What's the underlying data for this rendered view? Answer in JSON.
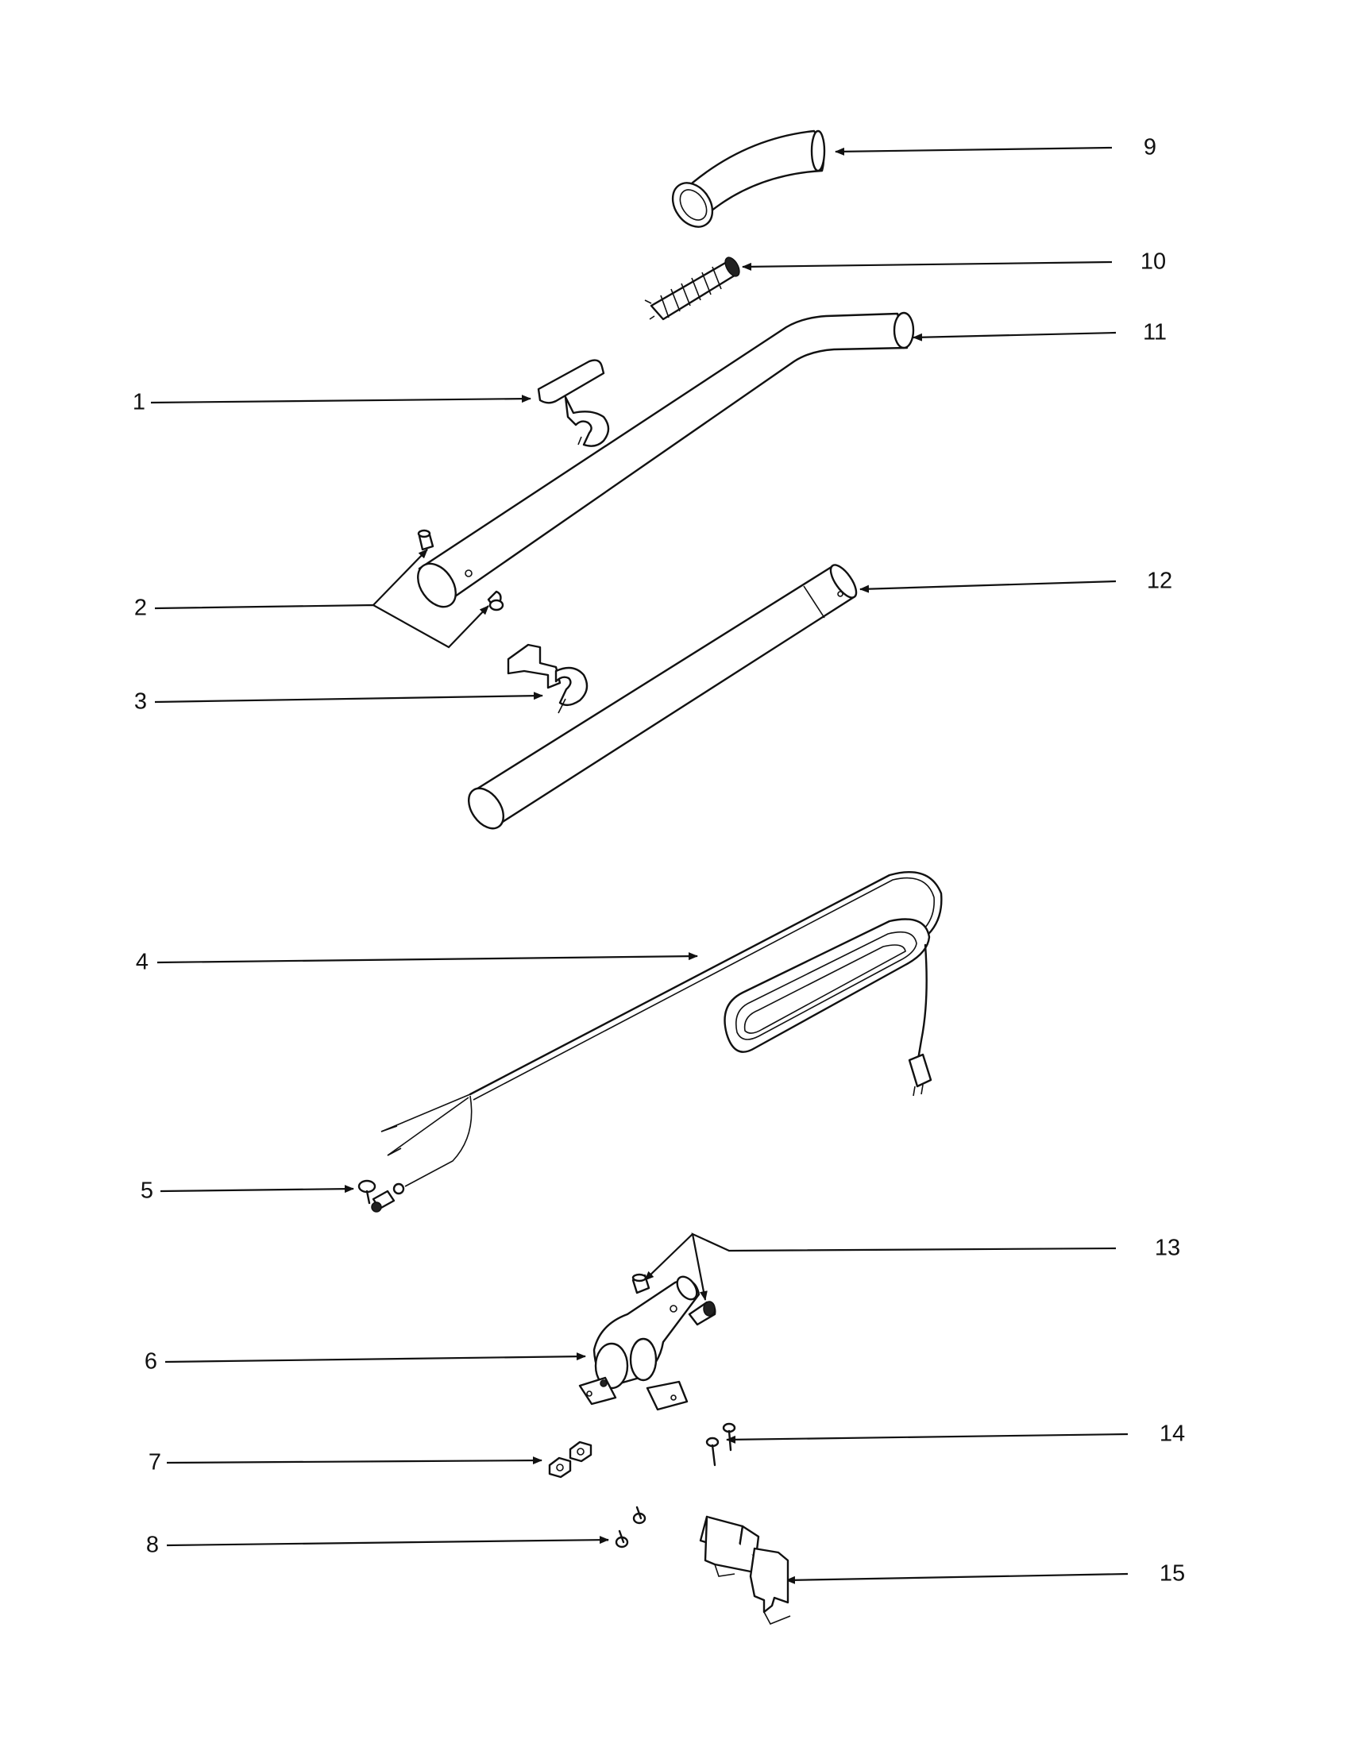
{
  "diagram": {
    "callouts": [
      {
        "id": "1",
        "text": "1"
      },
      {
        "id": "2",
        "text": "2"
      },
      {
        "id": "3",
        "text": "3"
      },
      {
        "id": "4",
        "text": "4"
      },
      {
        "id": "5",
        "text": "5"
      },
      {
        "id": "6",
        "text": "6"
      },
      {
        "id": "7",
        "text": "7"
      },
      {
        "id": "8",
        "text": "8"
      },
      {
        "id": "9",
        "text": "9"
      },
      {
        "id": "10",
        "text": "10"
      },
      {
        "id": "11",
        "text": "11"
      },
      {
        "id": "12",
        "text": "12"
      },
      {
        "id": "13",
        "text": "13"
      },
      {
        "id": "14",
        "text": "14"
      },
      {
        "id": "15",
        "text": "15"
      }
    ],
    "colors": {
      "ink": "#111111",
      "background": "#ffffff"
    }
  }
}
